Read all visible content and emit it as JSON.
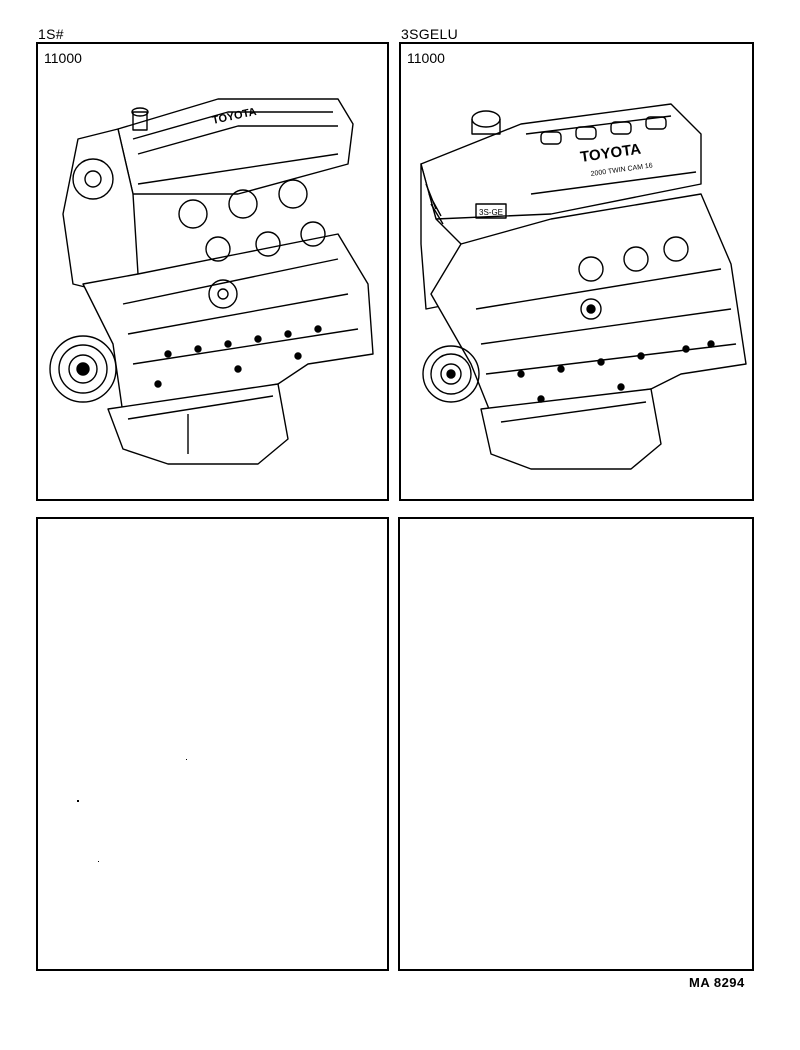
{
  "panels": [
    {
      "header": "1S#",
      "code": "11000",
      "brand": "TOYOTA",
      "engine": "1S"
    },
    {
      "header": "3SGELU",
      "code": "11000",
      "brand": "TOYOTA",
      "badge": "2000 TWIN CAM 16",
      "side_tag": "3S-GE",
      "engine": "3S-GELU"
    },
    {
      "header": "",
      "code": ""
    },
    {
      "header": "",
      "code": ""
    }
  ],
  "footer": {
    "ref": "MA 8294"
  },
  "colors": {
    "ink": "#000000",
    "paper": "#ffffff"
  }
}
